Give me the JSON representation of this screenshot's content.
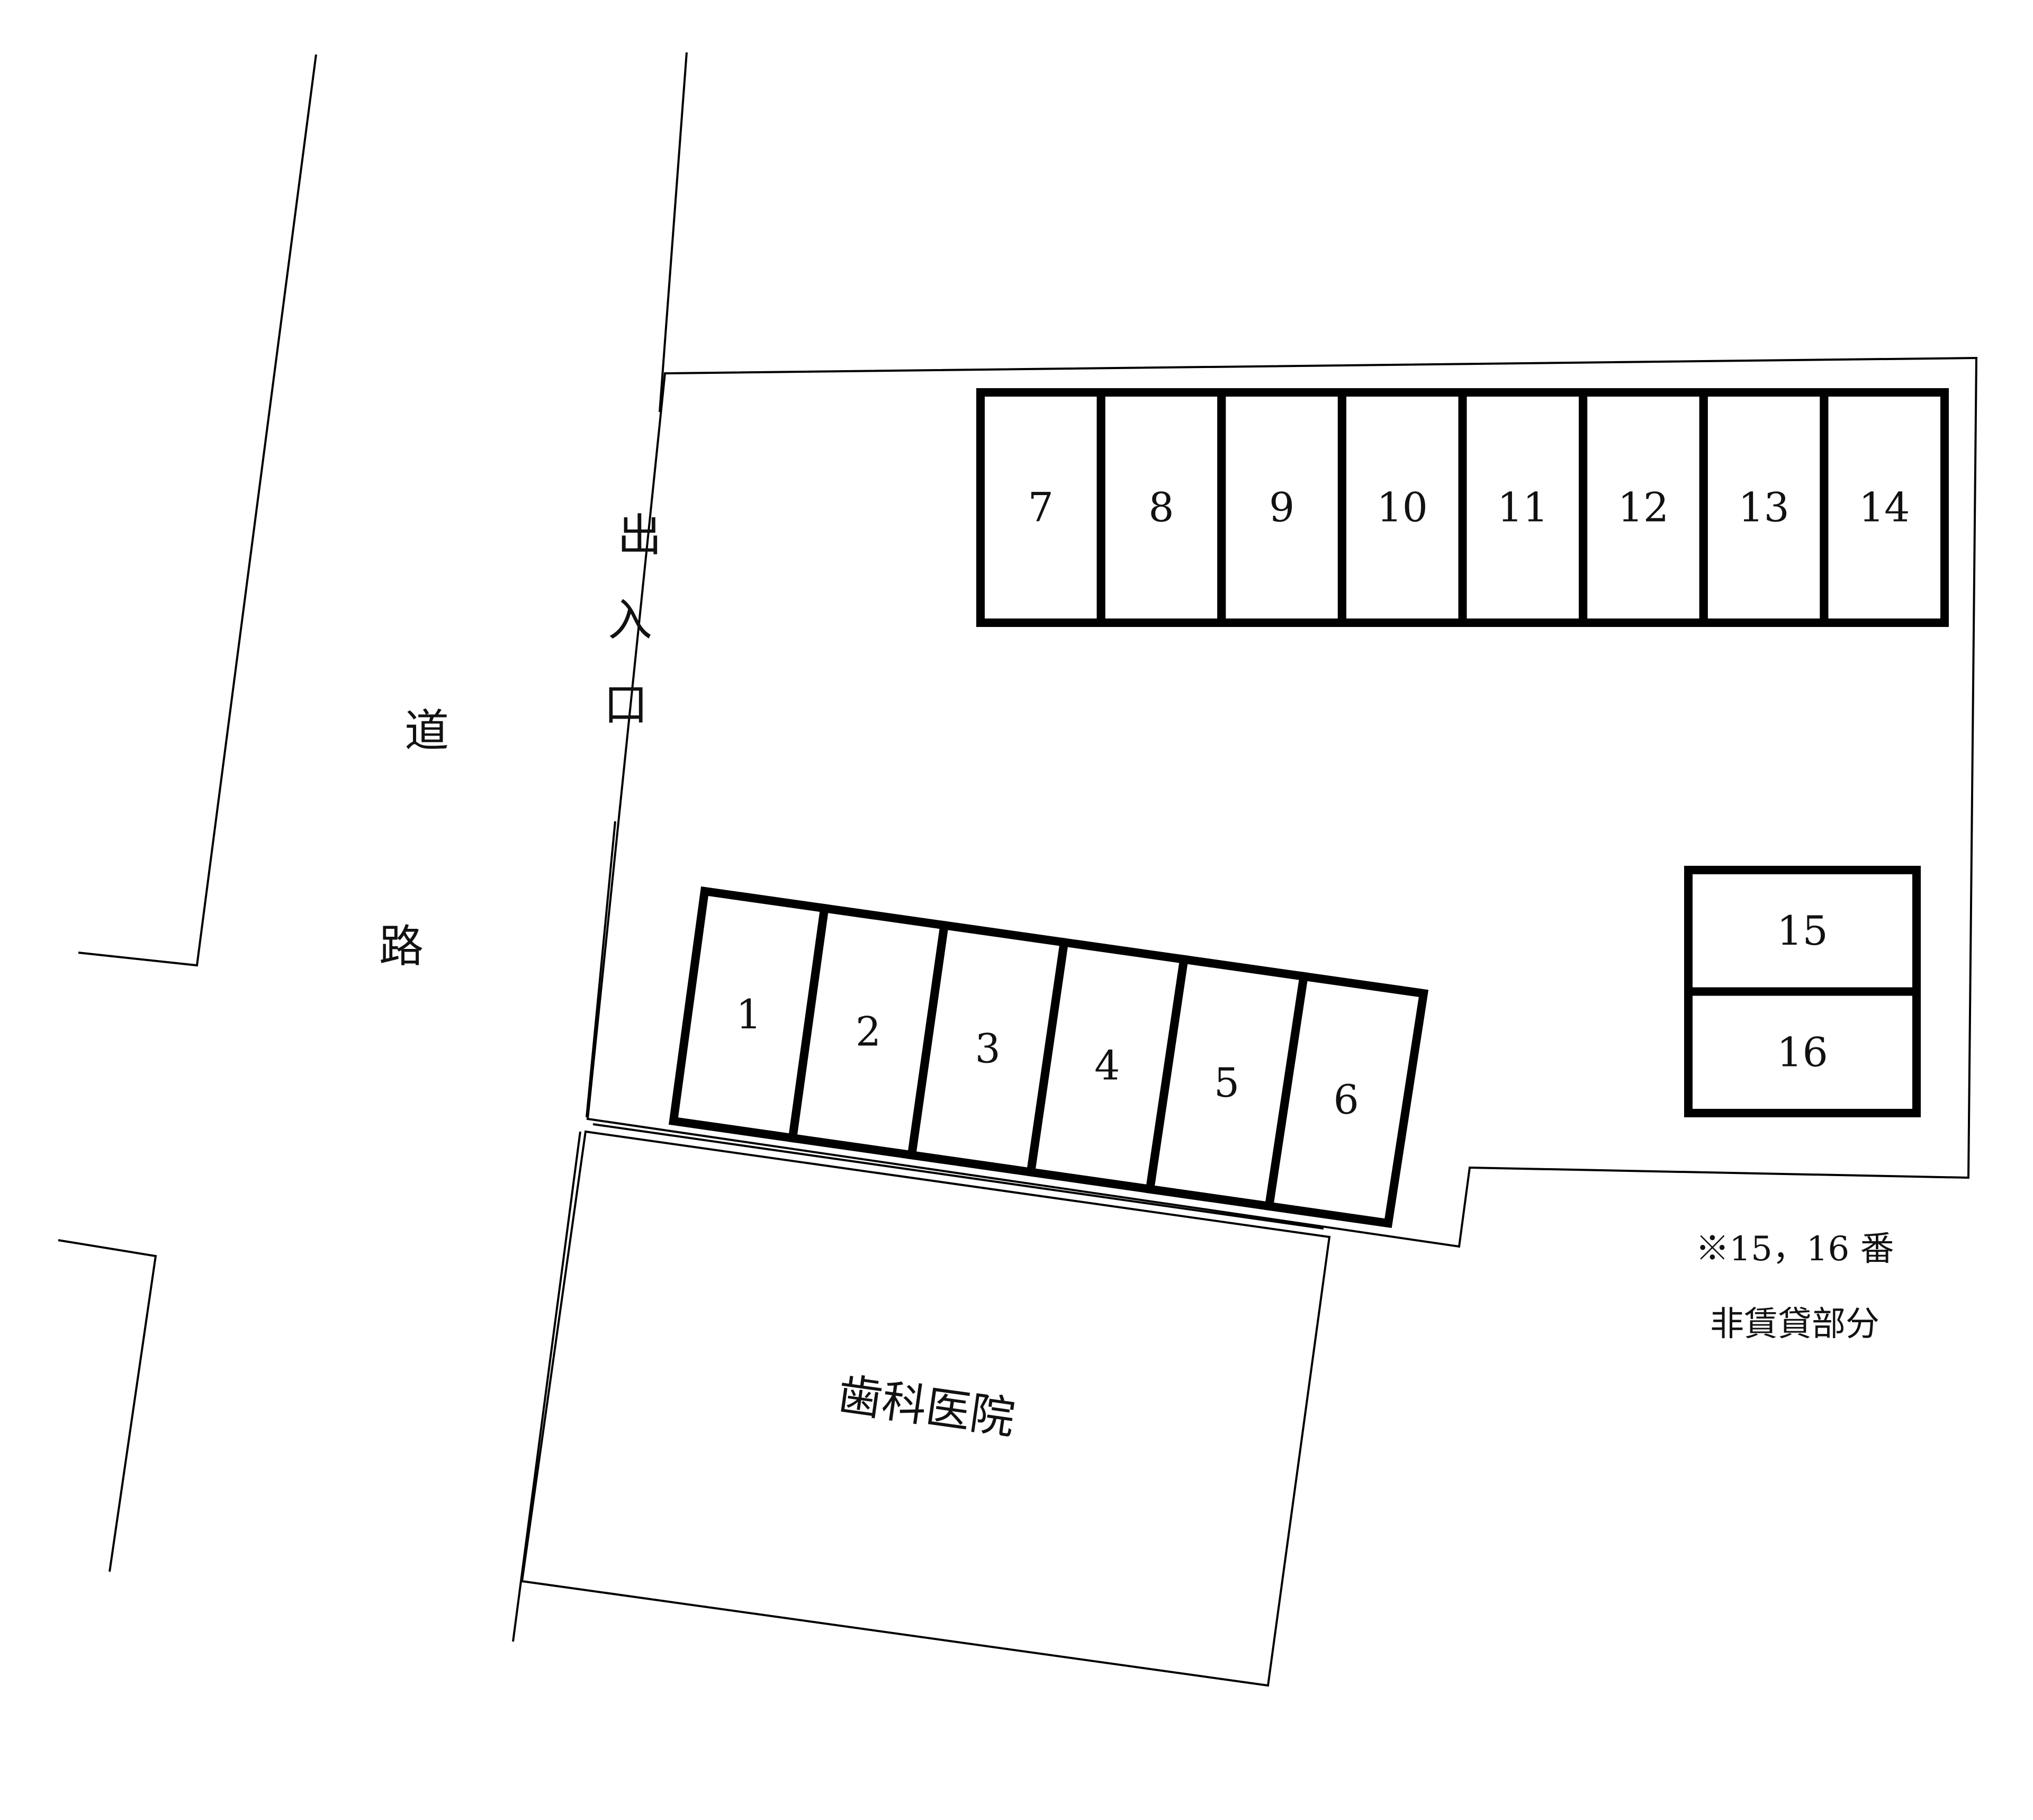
{
  "road": {
    "label_1": "道",
    "label_2": "路"
  },
  "entrance": {
    "label_1": "出",
    "label_2": "入",
    "label_3": "口"
  },
  "building": {
    "label": "歯科医院"
  },
  "note": {
    "line_1": "※15，16 番",
    "line_2": "非賃貸部分"
  },
  "spaces": {
    "top_row": [
      "7",
      "8",
      "9",
      "10",
      "11",
      "12",
      "13",
      "14"
    ],
    "bottom_row": [
      "1",
      "2",
      "3",
      "4",
      "5",
      "6"
    ],
    "right_block": [
      "15",
      "16"
    ]
  }
}
